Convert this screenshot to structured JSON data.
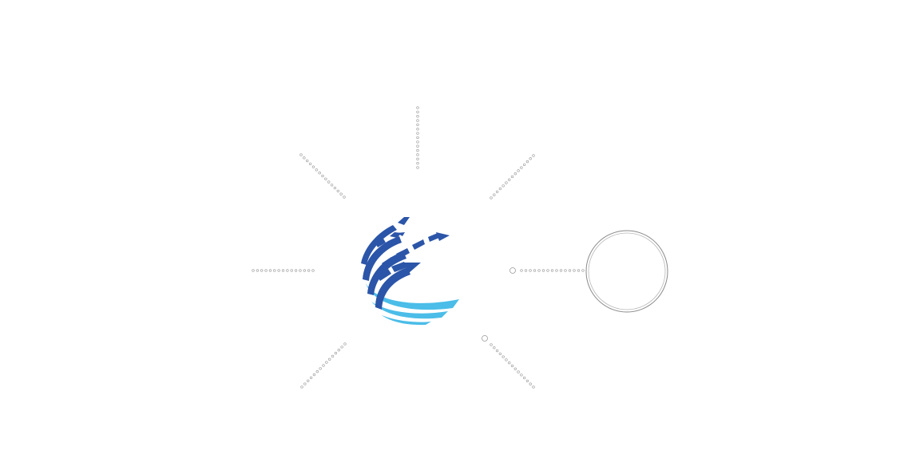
{
  "diagram": {
    "type": "radial-hub",
    "background_color": "#ffffff",
    "connector_color": "#9a9a9a",
    "node_ring_color": "#8a8a8a",
    "hub": {
      "icon": "globe-arrows-logo",
      "colors": {
        "dark_blue": "#2b55a8",
        "light_blue": "#4bbde8"
      }
    },
    "spokes": [
      {
        "id": "top",
        "direction": "north",
        "has_node": false
      },
      {
        "id": "top-right",
        "direction": "north-east",
        "has_node": false
      },
      {
        "id": "right",
        "direction": "east",
        "has_node": true,
        "node_shape": "circle-outline"
      },
      {
        "id": "bottom-right",
        "direction": "south-east",
        "has_node": false
      },
      {
        "id": "bottom-left",
        "direction": "south-west",
        "has_node": false
      },
      {
        "id": "left",
        "direction": "west",
        "has_node": false
      },
      {
        "id": "top-left",
        "direction": "north-west",
        "has_node": false
      }
    ]
  }
}
